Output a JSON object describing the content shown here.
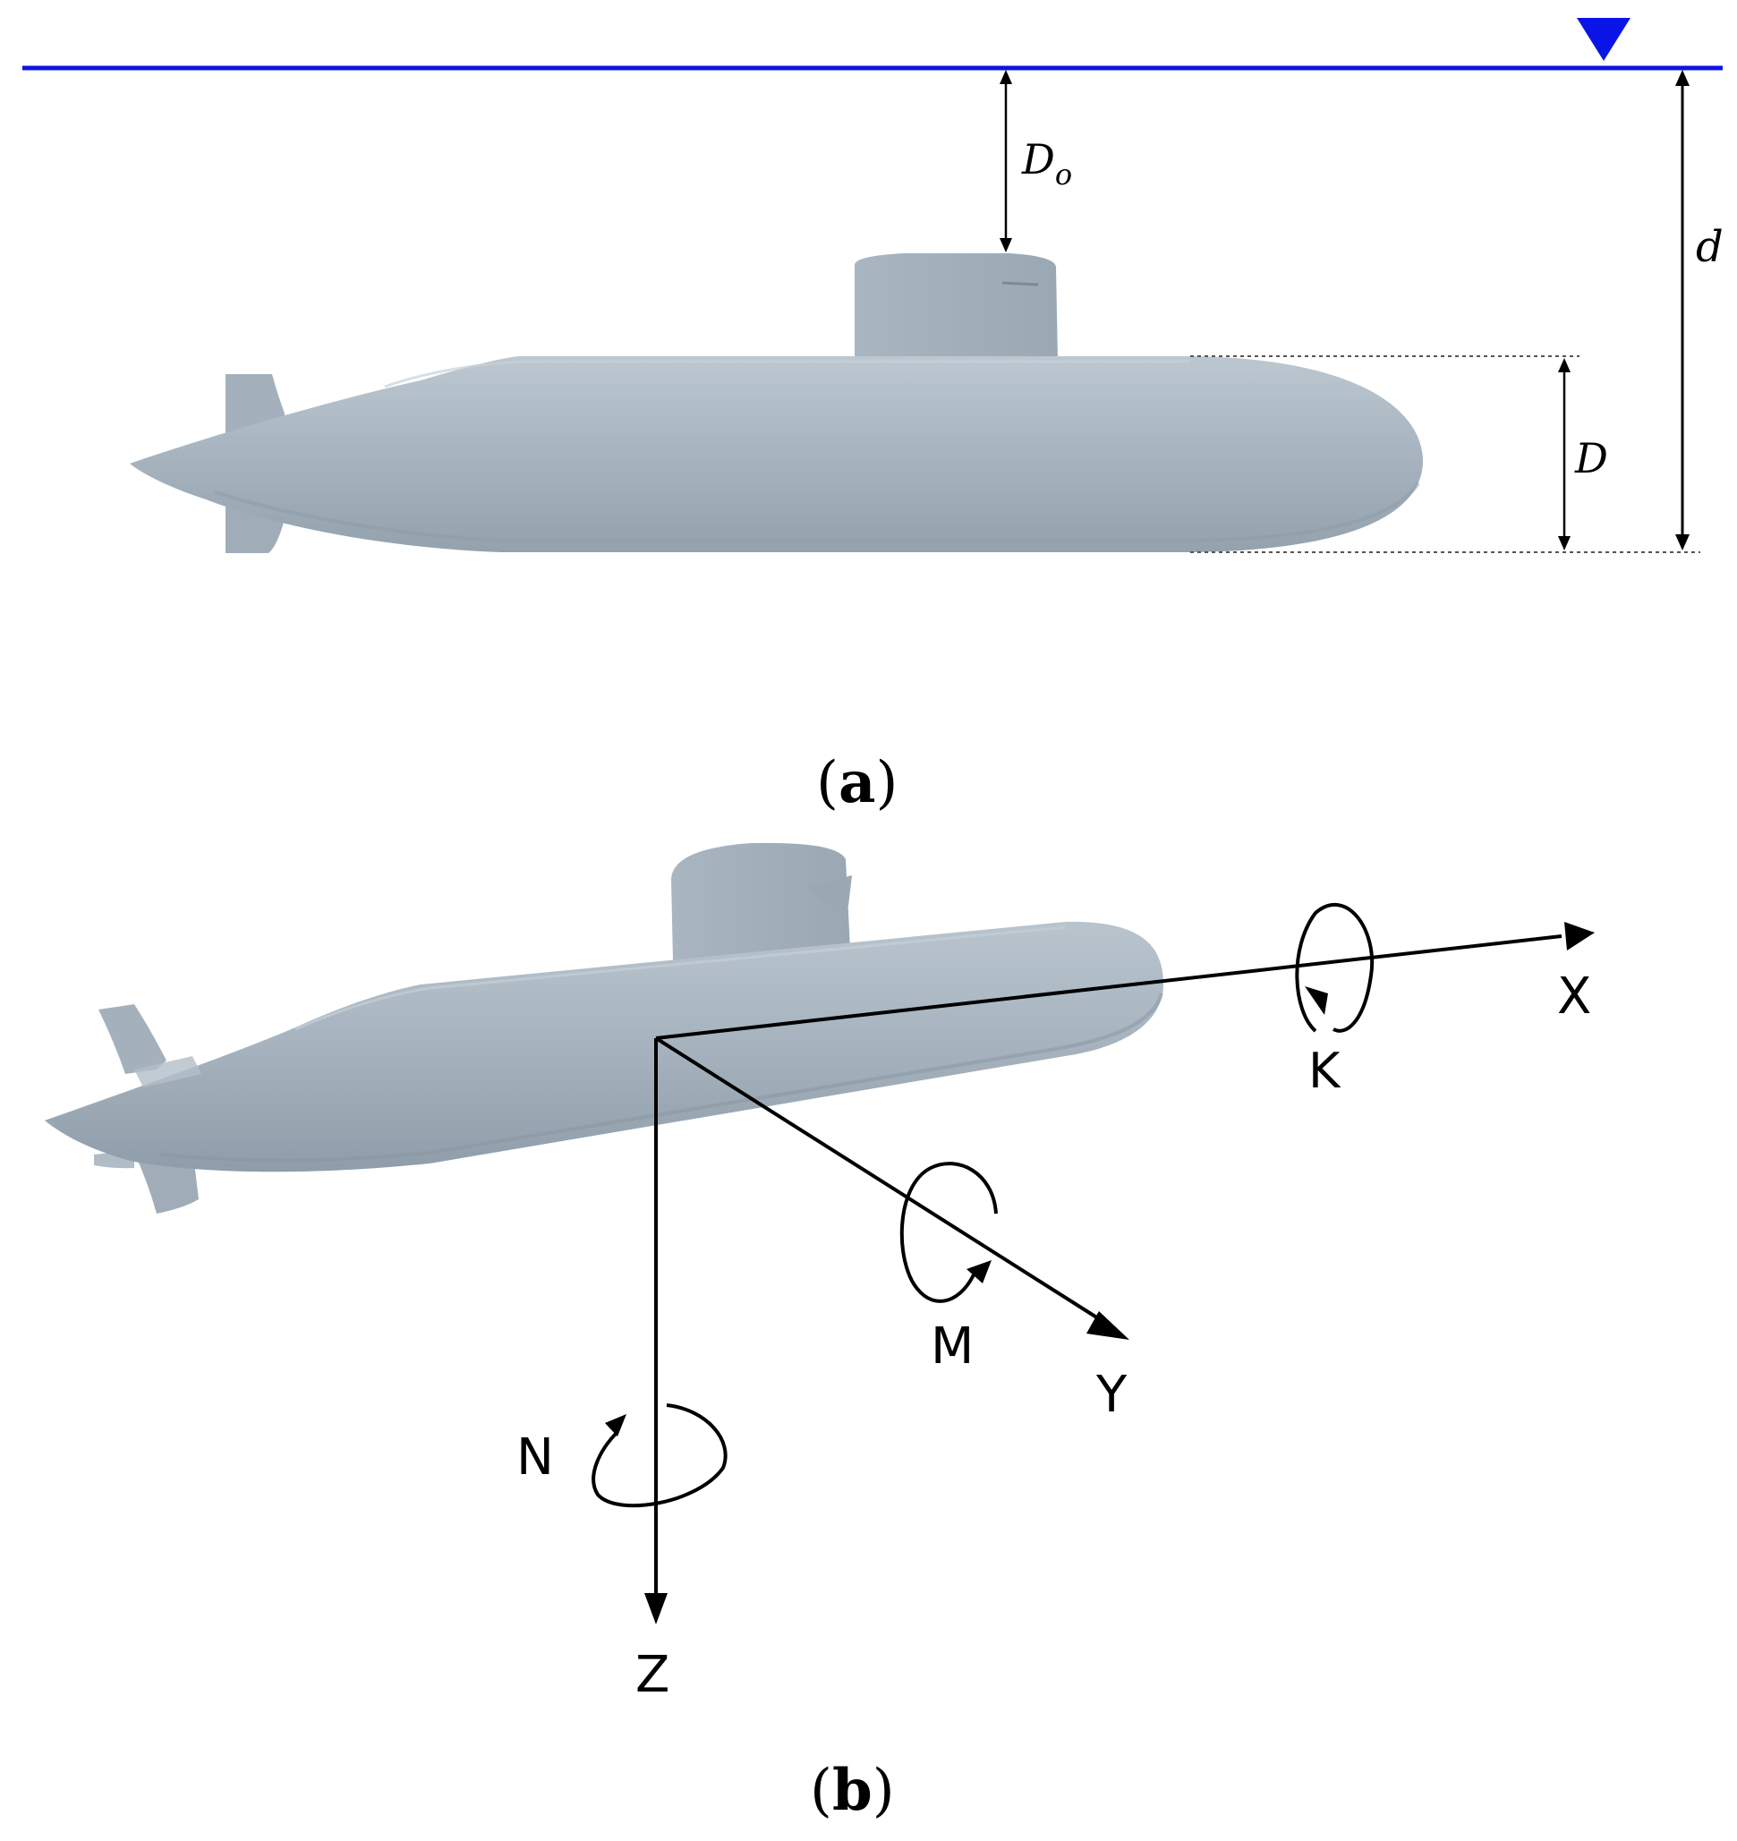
{
  "panel_a": {
    "caption_open": "(",
    "caption_letter": "a",
    "caption_close": ")",
    "label_Do_main": "D",
    "label_Do_sub": "o",
    "label_d": "d",
    "label_D": "D",
    "water_line_color": "#0a14e6"
  },
  "panel_b": {
    "caption_open": "(",
    "caption_letter": "b",
    "caption_close": ")",
    "axis_x": "X",
    "axis_y": "Y",
    "axis_z": "Z",
    "moment_k": "K",
    "moment_m": "M",
    "moment_n": "N"
  },
  "colors": {
    "hull": "#a6b3be",
    "hull_shade": "#92a0ac",
    "hull_light": "#bcc7d0"
  },
  "icons": {
    "water_surface": "water-level-triangle-icon",
    "submarine": "submarine-icon"
  }
}
